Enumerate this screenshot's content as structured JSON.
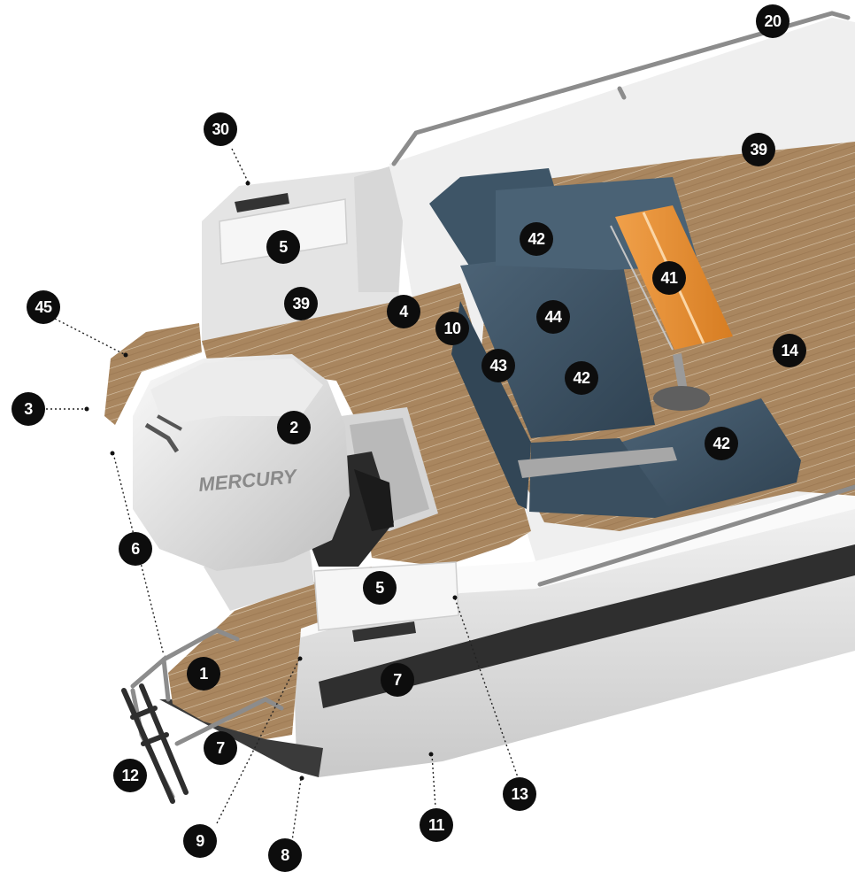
{
  "diagram": {
    "brand_logo": "MERCURY",
    "callouts": [
      {
        "id": "c20",
        "label": "20"
      },
      {
        "id": "c30",
        "label": "30"
      },
      {
        "id": "c39a",
        "label": "39"
      },
      {
        "id": "c5a",
        "label": "5"
      },
      {
        "id": "c45",
        "label": "45"
      },
      {
        "id": "c39b",
        "label": "39"
      },
      {
        "id": "c4",
        "label": "4"
      },
      {
        "id": "c42a",
        "label": "42"
      },
      {
        "id": "c41",
        "label": "41"
      },
      {
        "id": "c10",
        "label": "10"
      },
      {
        "id": "c44",
        "label": "44"
      },
      {
        "id": "c3",
        "label": "3"
      },
      {
        "id": "c43",
        "label": "43"
      },
      {
        "id": "c42b",
        "label": "42"
      },
      {
        "id": "c14",
        "label": "14"
      },
      {
        "id": "c2",
        "label": "2"
      },
      {
        "id": "c42c",
        "label": "42"
      },
      {
        "id": "c6",
        "label": "6"
      },
      {
        "id": "c5b",
        "label": "5"
      },
      {
        "id": "c1",
        "label": "1"
      },
      {
        "id": "c7a",
        "label": "7"
      },
      {
        "id": "c7b",
        "label": "7"
      },
      {
        "id": "c12",
        "label": "12"
      },
      {
        "id": "c13",
        "label": "13"
      },
      {
        "id": "c11",
        "label": "11"
      },
      {
        "id": "c9",
        "label": "9"
      },
      {
        "id": "c8",
        "label": "8"
      }
    ]
  }
}
